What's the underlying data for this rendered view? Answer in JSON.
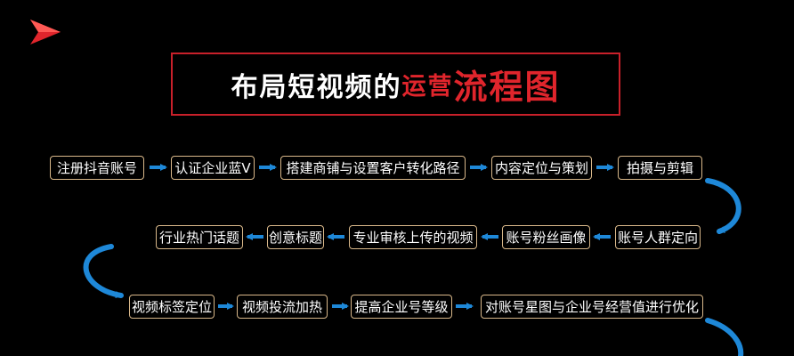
{
  "title": {
    "part1": "布局短视频的",
    "part2": "运营",
    "part3": "流程图"
  },
  "steps": [
    "注册抖音账号",
    "认证企业蓝V",
    "搭建商铺与设置客户转化路径",
    "内容定位与策划",
    "拍摄与剪辑",
    "账号人群定向",
    "账号粉丝画像",
    "专业审核上传的视频",
    "创意标题",
    "行业热门话题",
    "视频标签定位",
    "视频投流加热",
    "提高企业号等级",
    "对账号星图与企业号经营值进行优化"
  ],
  "colors": {
    "background": "#000000",
    "accent_red": "#e0252c",
    "box_border": "#d9b88a",
    "arrow_blue": "#1e88d8"
  }
}
